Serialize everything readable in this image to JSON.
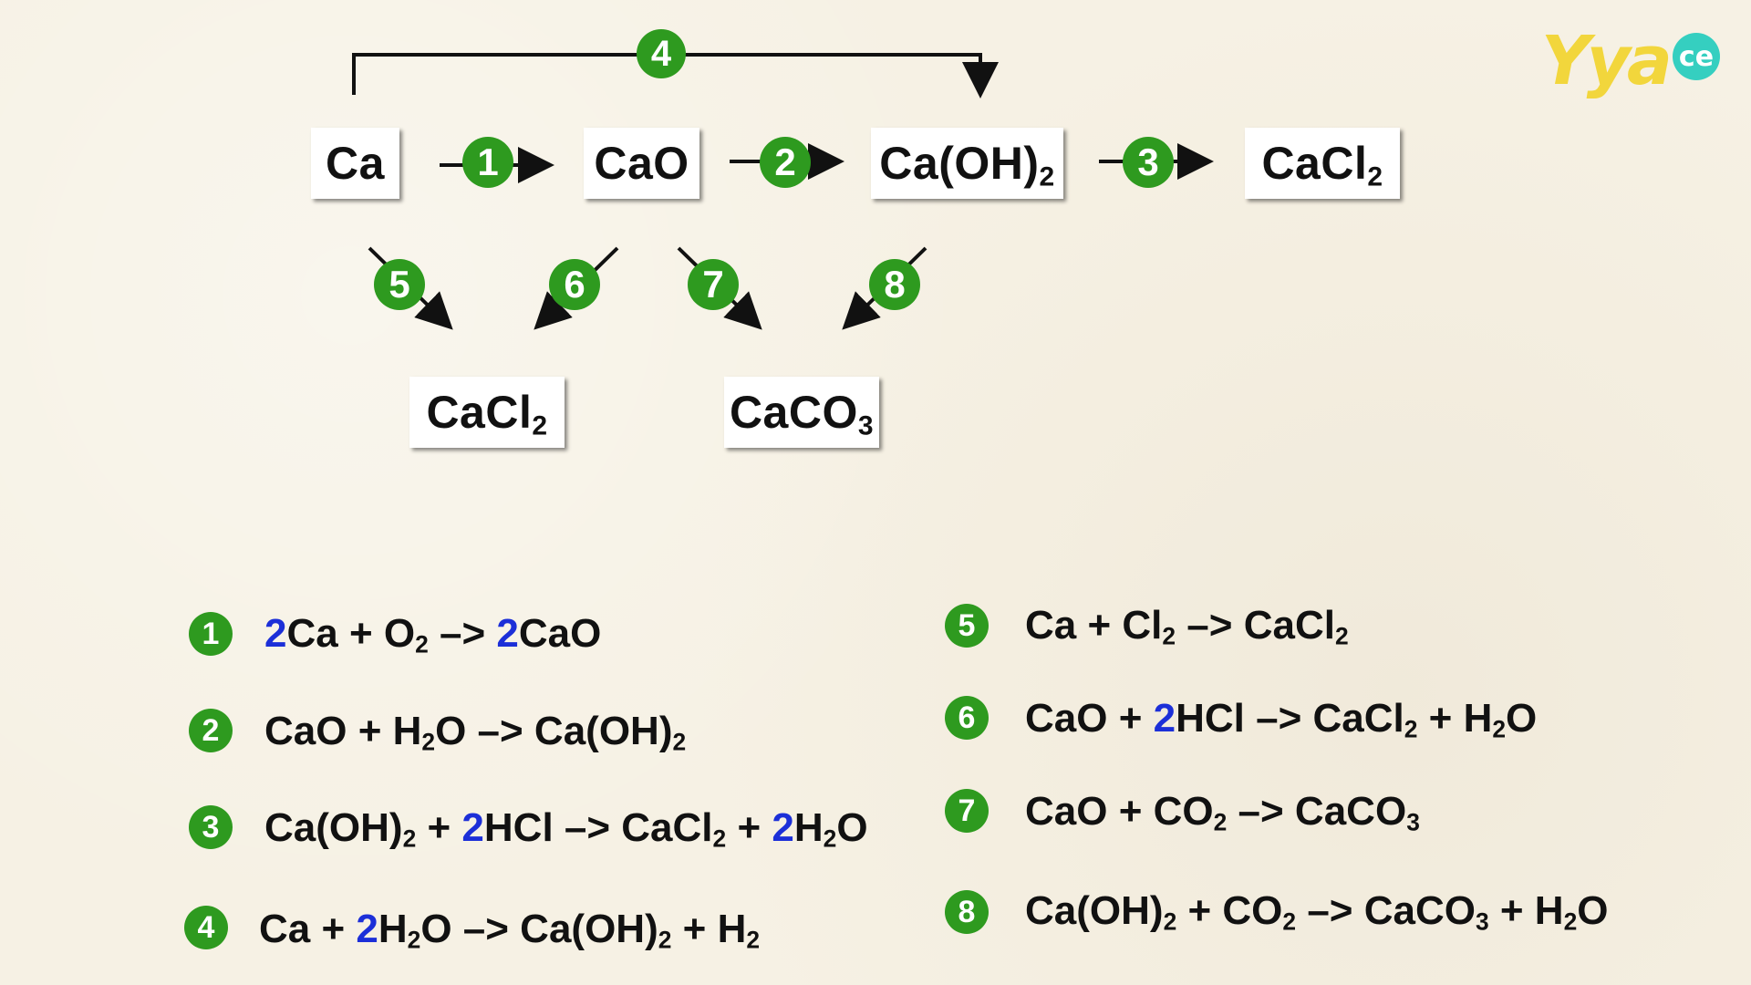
{
  "logo": {
    "text": "Yya",
    "bubble": "ce"
  },
  "colors": {
    "badge": "#2e9a1f",
    "coefficient": "#1c2fd8",
    "arrow": "#111111",
    "box": "#ffffff"
  },
  "diagram": {
    "nodes": {
      "ca": "Ca",
      "cao": "CaO",
      "caoh2": "Ca(OH)2",
      "cacl2_top": "CaCl2",
      "cacl2_bottom": "CaCl2",
      "caco3": "CaCO3"
    },
    "arrows": {
      "a1": "1",
      "a2": "2",
      "a3": "3",
      "a4": "4",
      "a5": "5",
      "a6": "6",
      "a7": "7",
      "a8": "8"
    }
  },
  "equations": {
    "e1": {
      "num": "1",
      "text": "2Ca + O2 -> 2CaO"
    },
    "e2": {
      "num": "2",
      "text": "CaO + H2O -> Ca(OH)2"
    },
    "e3": {
      "num": "3",
      "text": "Ca(OH)2 + 2HCl -> CaCl2 + 2H2O"
    },
    "e4": {
      "num": "4",
      "text": "Ca + 2H2O -> Ca(OH)2 + H2"
    },
    "e5": {
      "num": "5",
      "text": "Ca + Cl2 -> CaCl2"
    },
    "e6": {
      "num": "6",
      "text": "CaO + 2HCl -> CaCl2 + H2O"
    },
    "e7": {
      "num": "7",
      "text": "CaO + CO2 -> CaCO3"
    },
    "e8": {
      "num": "8",
      "text": "Ca(OH)2 + CO2 -> CaCO3 + H2O"
    }
  }
}
